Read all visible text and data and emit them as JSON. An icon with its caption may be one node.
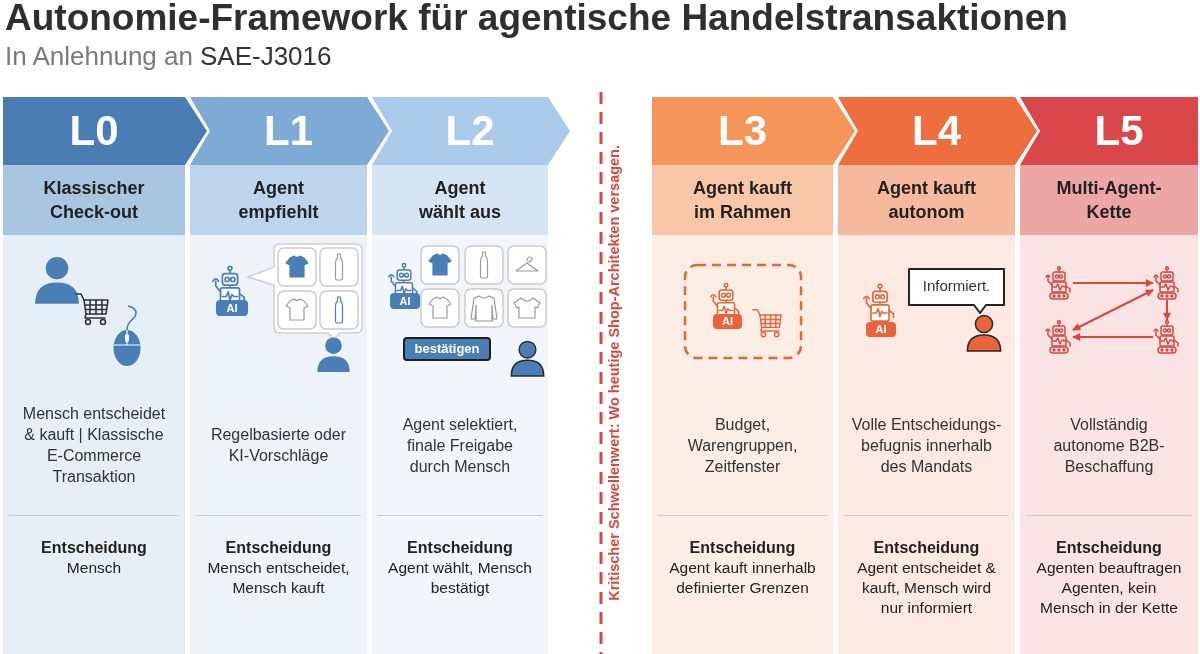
{
  "diagram": {
    "title": "Autonomie-Framework für agentische Handelstransaktionen",
    "nodes": [
      {
        "text": [
          "L0"
        ]
      },
      {
        "text": [
          "Klassischer Check-out"
        ]
      },
      {
        "text": [
          "Mensch entscheidet & kauft | Klassische E-Commerce Transaktion",
          "Entscheidung",
          "Mensch"
        ]
      },
      {
        "text": [
          "L1"
        ]
      },
      {
        "text": [
          "Agent empfiehlt"
        ]
      },
      {
        "text": [
          "Regelbasierte oder KI-Vorschläge",
          "Entscheidung",
          "Mensch entscheidet, Mensch kauft"
        ]
      },
      {
        "text": [
          "L2"
        ]
      },
      {
        "text": [
          "Agent wählt aus"
        ]
      },
      {
        "text": [
          "Agent selektiert, finale Freigabe durch Mensch",
          "Entscheidung",
          "Agent wählt, Mensch bestätigt"
        ]
      },
      {
        "text": [
          "bestätigen"
        ],
        "in": 8
      },
      {
        "text": [
          "L3"
        ]
      },
      {
        "text": [
          "Agent kauft im Rahmen"
        ]
      },
      {
        "text": [
          "Budget, Warengruppen, Zeitfenster",
          "Entscheidung",
          "Agent kauft innerhalb definierter Grenzen"
        ]
      },
      {
        "text": [
          "L4"
        ]
      },
      {
        "text": [
          "Agent kauft autonom"
        ]
      },
      {
        "text": [
          "Volle Entscheidungs-befugnis innerhalb des Mandats",
          "Entscheidung",
          "Agent entscheidet & kauft, Mensch wird nur informiert"
        ]
      },
      {
        "text": [
          "Informiert."
        ],
        "in": 15
      },
      {
        "text": [
          "L5"
        ]
      },
      {
        "text": [
          "Multi-Agent-Kette"
        ]
      },
      {
        "text": [
          "Vollständig autonome B2B-Beschaffung",
          "Entscheidung",
          "Agenten beauftragen Agenten, kein Mensch in der Kette"
        ]
      },
      {
        "text": [],
        "shape": "picture",
        "in": 19
      },
      {
        "text": [],
        "shape": "picture",
        "in": 19
      },
      {
        "text": [],
        "shape": "picture",
        "in": 19
      },
      {
        "text": [],
        "shape": "picture",
        "in": 19
      }
    ],
    "edges": [
      {
        "from": 20,
        "to": 21,
        "arrow": "to"
      },
      {
        "from": 21,
        "to": 23,
        "arrow": "to"
      },
      {
        "from": 23,
        "to": 22,
        "arrow": "to"
      },
      {
        "from": 22,
        "to": 21,
        "arrow": "both"
      }
    ],
    "labels": [
      "In Anlehnung an",
      "SAE-J3016",
      "Kritischer Schwellenwert: Wo heutige Shop-Architekten versagen.",
      "AI",
      "AI",
      "AI",
      "AI"
    ]
  }
}
